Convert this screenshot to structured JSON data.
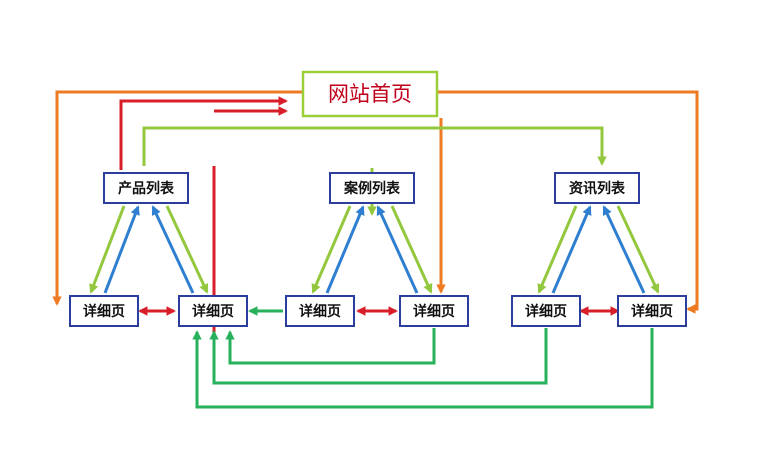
{
  "colors": {
    "orange": "#ee7b22",
    "red": "#d81e28",
    "light_green": "#93c83e",
    "green": "#27b15a",
    "blue": "#2f7fd0",
    "node_border": "#2c3e9c",
    "home_border": "#9bcf3a"
  },
  "nodes": {
    "home": "网站首页",
    "product_list": "产品列表",
    "case_list": "案例列表",
    "news_list": "资讯列表",
    "detail_1": "详细页",
    "detail_2": "详细页",
    "detail_3": "详细页",
    "detail_4": "详细页",
    "detail_5": "详细页",
    "detail_6": "详细页"
  }
}
